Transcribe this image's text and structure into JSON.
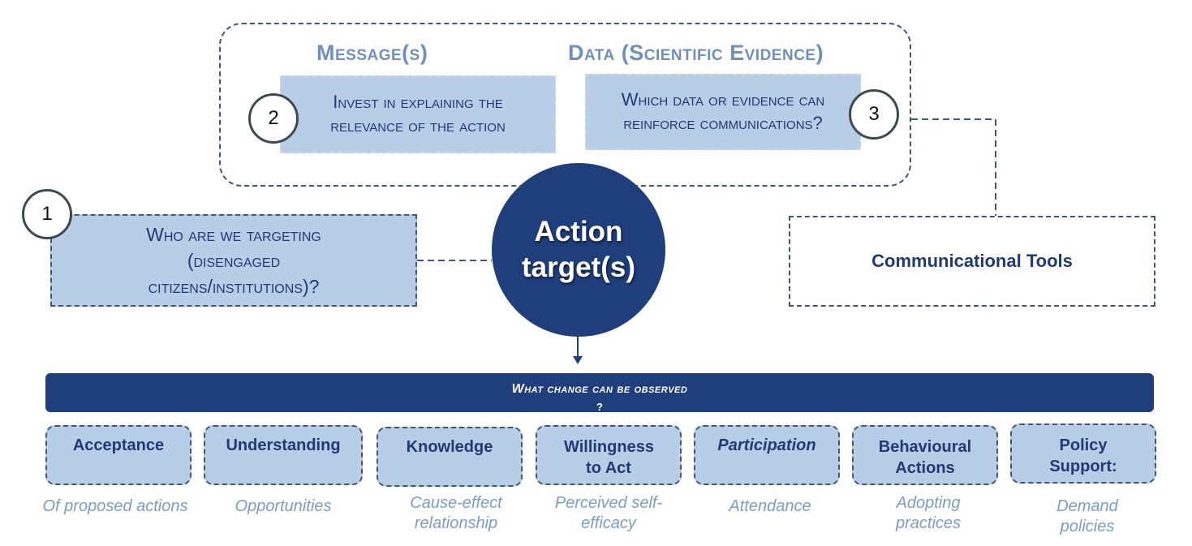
{
  "message": {
    "heading": "Message(s)",
    "text": "Invest in explaining the relevance of the action",
    "number": "2"
  },
  "data_section": {
    "heading": "Data (Scientific Evidence)",
    "text": "Which data or evidence can reinforce communications?",
    "number": "3"
  },
  "target": {
    "number": "1",
    "text": "Who are we targeting (disengaged citizens/institutions)?"
  },
  "action": {
    "label": "Action target(s)"
  },
  "tools": {
    "label": "Communicational Tools"
  },
  "change": {
    "label": "What change can be observed",
    "question_mark": "?"
  },
  "categories": [
    {
      "label": "Acceptance",
      "sub": "Of proposed actions"
    },
    {
      "label": "Understanding",
      "sub": "Opportunities"
    },
    {
      "label": "Knowledge",
      "sub": "Cause-effect relationship"
    },
    {
      "label": "Willingness to Act",
      "sub": "Perceived self-efficacy"
    },
    {
      "label": "Participation",
      "sub": "Attendance"
    },
    {
      "label": "Behavioural Actions",
      "sub": "Adopting practices"
    },
    {
      "label": "Policy Support:",
      "sub": "Demand policies"
    }
  ],
  "colors": {
    "navy": "#1e3f7c",
    "light_blue": "#b8cde6",
    "heading_blue": "#6f8fbf",
    "subtext_blue": "#7a9ccc"
  }
}
